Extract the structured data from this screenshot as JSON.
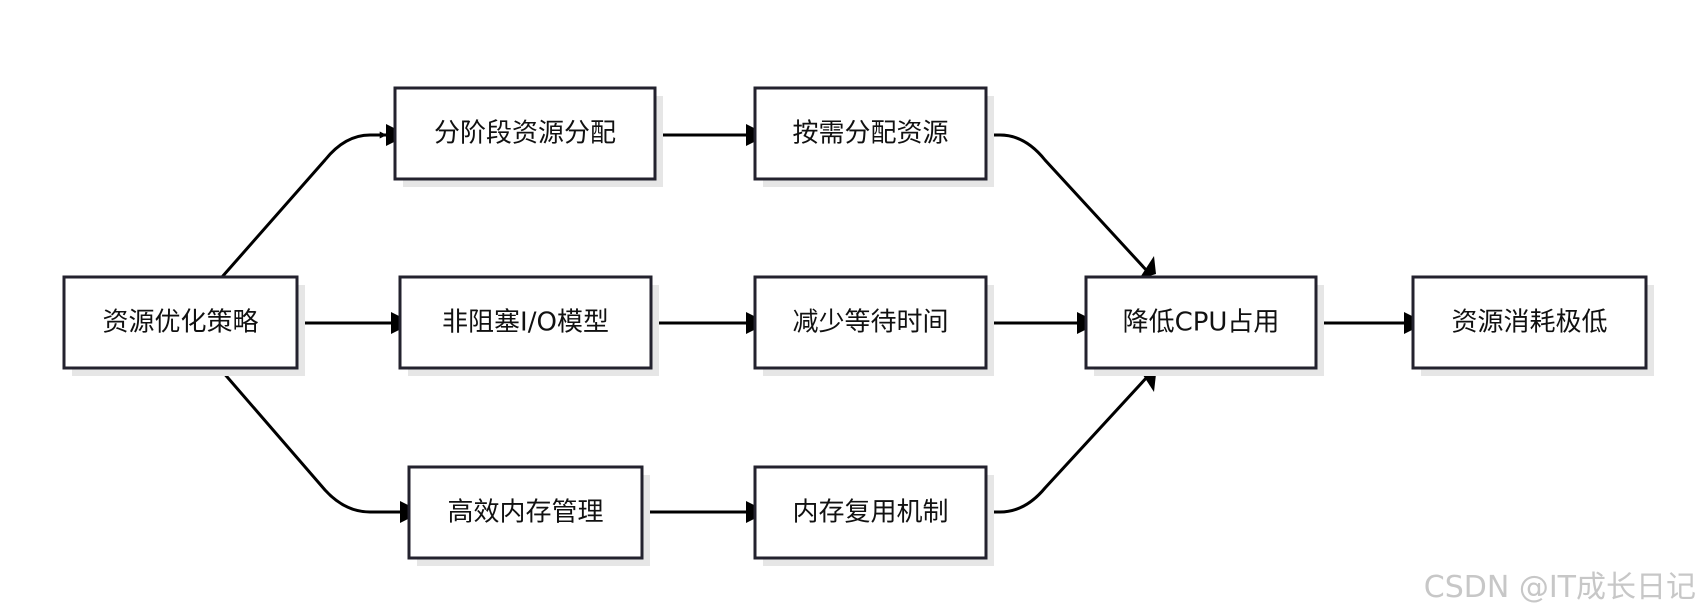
{
  "nodes": {
    "root": "资源优化策略",
    "staged_alloc": "分阶段资源分配",
    "on_demand": "按需分配资源",
    "nonblocking_io": "非阻塞I/O模型",
    "less_wait": "减少等待时间",
    "mem_mgmt": "高效内存管理",
    "mem_reuse": "内存复用机制",
    "lower_cpu": "降低CPU占用",
    "low_consumption": "资源消耗极低"
  },
  "edges": [
    {
      "from": "root",
      "to": "staged_alloc"
    },
    {
      "from": "root",
      "to": "nonblocking_io"
    },
    {
      "from": "root",
      "to": "mem_mgmt"
    },
    {
      "from": "staged_alloc",
      "to": "on_demand"
    },
    {
      "from": "nonblocking_io",
      "to": "less_wait"
    },
    {
      "from": "mem_mgmt",
      "to": "mem_reuse"
    },
    {
      "from": "on_demand",
      "to": "lower_cpu"
    },
    {
      "from": "less_wait",
      "to": "lower_cpu"
    },
    {
      "from": "mem_reuse",
      "to": "lower_cpu"
    },
    {
      "from": "lower_cpu",
      "to": "low_consumption"
    }
  ],
  "watermark": "CSDN @IT成长日记",
  "colors": {
    "box_border": "#23222e",
    "box_fill": "#ffffff",
    "shadow": "#e6e6e6",
    "edge": "#000000",
    "watermark": "#c7c7c7"
  }
}
